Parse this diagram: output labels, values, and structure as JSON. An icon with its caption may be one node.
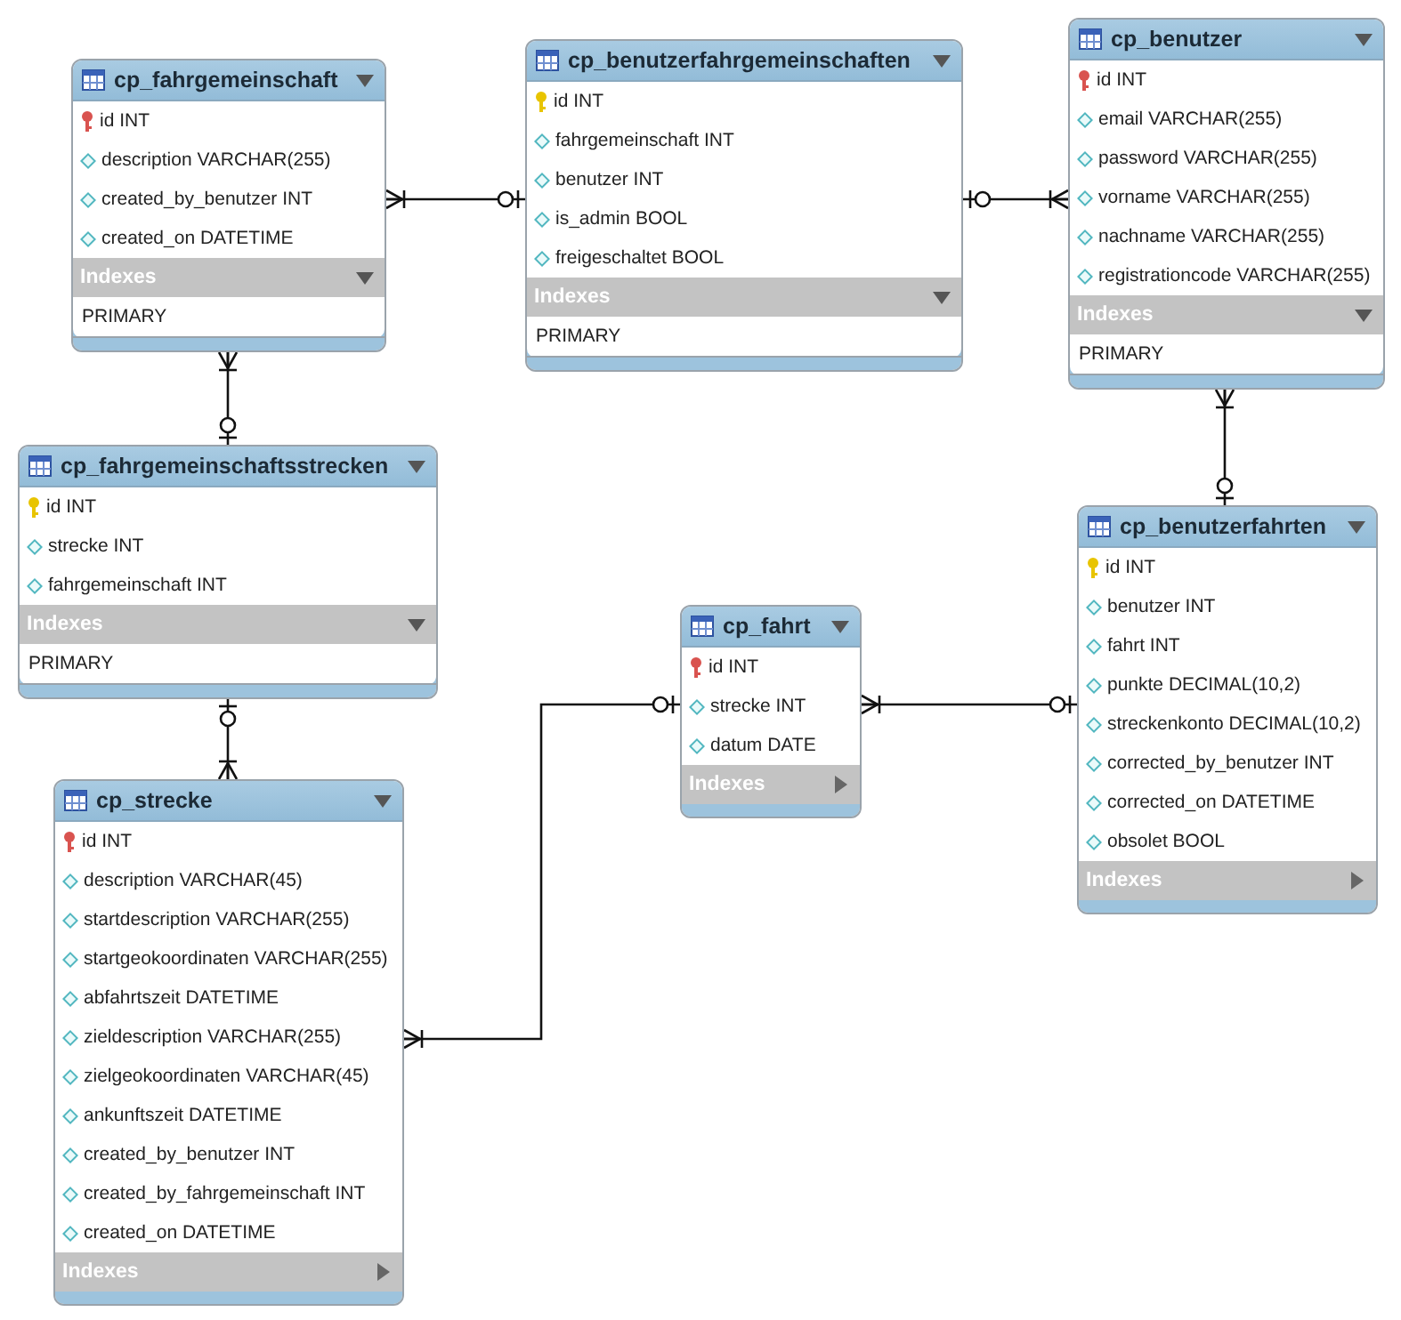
{
  "diagram": {
    "nodes": [
      {
        "text": [
          "cp_fahrgemeinschaft",
          "id INT",
          "description VARCHAR(255)",
          "created_by_benutzer INT",
          "created_on DATETIME",
          "Indexes",
          "PRIMARY"
        ]
      },
      {
        "text": [
          "cp_benutzerfahrgemeinschaften",
          "id INT",
          "fahrgemeinschaft INT",
          "benutzer INT",
          "is_admin BOOL",
          "freigeschaltet BOOL",
          "Indexes",
          "PRIMARY"
        ]
      },
      {
        "text": [
          "cp_benutzer",
          "id INT",
          "email VARCHAR(255)",
          "password VARCHAR(255)",
          "vorname VARCHAR(255)",
          "nachname VARCHAR(255)",
          "registrationcode VARCHAR(255)",
          "Indexes",
          "PRIMARY"
        ]
      },
      {
        "text": [
          "cp_fahrgemeinschaftsstrecken",
          "id INT",
          "strecke INT",
          "fahrgemeinschaft INT",
          "Indexes",
          "PRIMARY"
        ]
      },
      {
        "text": [
          "cp_benutzerfahrten",
          "id INT",
          "benutzer INT",
          "fahrt INT",
          "punkte DECIMAL(10,2)",
          "streckenkonto DECIMAL(10,2)",
          "corrected_by_benutzer INT",
          "corrected_on DATETIME",
          "obsolet BOOL",
          "Indexes"
        ]
      },
      {
        "text": [
          "cp_fahrt",
          "id INT",
          "strecke INT",
          "datum DATE",
          "Indexes"
        ]
      },
      {
        "text": [
          "cp_strecke",
          "id INT",
          "description VARCHAR(45)",
          "startdescription VARCHAR(255)",
          "startgeokoordinaten VARCHAR(255)",
          "abfahrtszeit DATETIME",
          "zieldescription VARCHAR(255)",
          "zielgeokoordinaten VARCHAR(45)",
          "ankunftszeit DATETIME",
          "created_by_benutzer INT",
          "created_by_fahrgemeinschaft INT",
          "created_on DATETIME",
          "Indexes"
        ]
      }
    ],
    "edges": [
      {
        "from": 0,
        "to": 1,
        "arrow": "other"
      },
      {
        "from": 2,
        "to": 1,
        "arrow": "other"
      },
      {
        "from": 0,
        "to": 3,
        "arrow": "other"
      },
      {
        "from": 2,
        "to": 4,
        "arrow": "other"
      },
      {
        "from": 6,
        "to": 3,
        "arrow": "other"
      },
      {
        "from": 6,
        "to": 5,
        "arrow": "other"
      },
      {
        "from": 5,
        "to": 4,
        "arrow": "other"
      }
    ]
  }
}
